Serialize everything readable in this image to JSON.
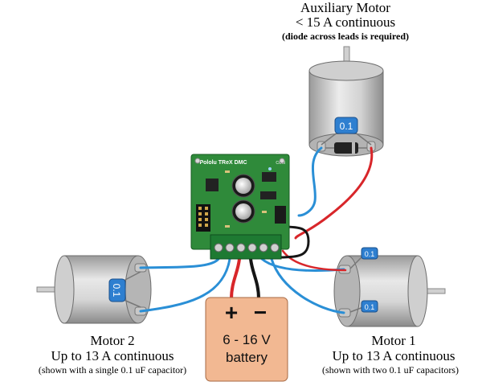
{
  "aux_motor": {
    "title": "Auxiliary Motor",
    "spec": "< 15 A continuous",
    "note": "(diode across leads is required)",
    "cap_label": "0.1"
  },
  "motor2": {
    "title": "Motor 2",
    "spec": "Up to 13 A continuous",
    "note": "(shown with a single 0.1 uF capacitor)",
    "cap_label": "0.1"
  },
  "motor1": {
    "title": "Motor 1",
    "spec": "Up to 13 A continuous",
    "note": "(shown with two 0.1 uF capacitors)",
    "cap_labels": [
      "0.1",
      "0.1"
    ]
  },
  "battery": {
    "plus": "+",
    "minus": "−",
    "voltage": "6 - 16 V",
    "label": "battery"
  },
  "board": {
    "name": "Pololu TReX DMC",
    "com_label": "COM"
  },
  "colors": {
    "wire_blue": "#2a8fd6",
    "wire_red": "#d8262a",
    "wire_black": "#151515",
    "battery_fill": "#f2b892",
    "pcb_green": "#2f8a3a",
    "terminal_green": "#1e7a32",
    "cap_blue": "#2e7fd0"
  }
}
